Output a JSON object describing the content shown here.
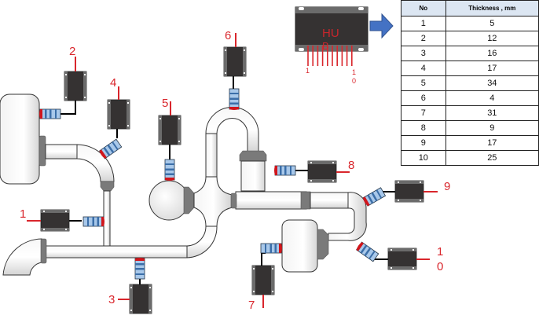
{
  "hub": {
    "label": "HU\nB",
    "label_line1": "HU",
    "label_line2": "B",
    "pin_first_label": "1",
    "pin_last_label_line1": "1",
    "pin_last_label_line2": "0",
    "pin_count": 10
  },
  "table": {
    "headers": [
      "No",
      "Thickness , mm"
    ],
    "rows": [
      {
        "no": "1",
        "thickness": "5"
      },
      {
        "no": "2",
        "thickness": "12"
      },
      {
        "no": "3",
        "thickness": "16"
      },
      {
        "no": "4",
        "thickness": "17"
      },
      {
        "no": "5",
        "thickness": "34"
      },
      {
        "no": "6",
        "thickness": "4"
      },
      {
        "no": "7",
        "thickness": "31"
      },
      {
        "no": "8",
        "thickness": "9"
      },
      {
        "no": "9",
        "thickness": "17"
      },
      {
        "no": "10",
        "thickness": "25"
      }
    ]
  },
  "sensors": [
    {
      "id": "1",
      "label": "1"
    },
    {
      "id": "2",
      "label": "2"
    },
    {
      "id": "3",
      "label": "3"
    },
    {
      "id": "4",
      "label": "4"
    },
    {
      "id": "5",
      "label": "5"
    },
    {
      "id": "6",
      "label": "6"
    },
    {
      "id": "7",
      "label": "7"
    },
    {
      "id": "8",
      "label": "8"
    },
    {
      "id": "9",
      "label": "9"
    },
    {
      "id": "10",
      "label_line1": "1",
      "label_line2": "0"
    }
  ],
  "colors": {
    "label_red": "#d9262c",
    "module_body": "#353232",
    "module_frame": "#6b6b6b",
    "probe_blue": "#a8c8ea",
    "probe_stripe": "#3b6ea8",
    "probe_tip": "#d0161c",
    "pipe_fill": "#ececec",
    "flange_gray": "#7a7a7a",
    "arrow_blue": "#4472c4",
    "table_header_bg": "#dce6f2"
  }
}
